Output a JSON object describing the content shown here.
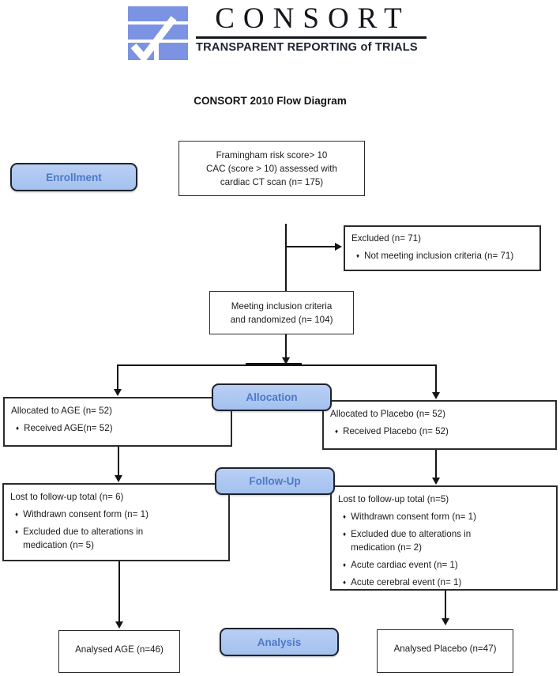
{
  "logo": {
    "wordmark": "CONSORT",
    "tagline": "TRANSPARENT REPORTING of TRIALS",
    "icon": "consort-check-logo",
    "blue": "#7b93e2"
  },
  "title": "CONSORT 2010 Flow Diagram",
  "glyphs": {
    "bullet": "♦"
  },
  "colors": {
    "label_fill": "#aac5f0",
    "label_text": "#4d79c8",
    "label_border": "#1e222c",
    "box_border": "#2b2b2b",
    "line": "#141414"
  },
  "stages": {
    "enrollment": "Enrollment",
    "allocation": "Allocation",
    "followup": "Follow-Up",
    "analysis": "Analysis"
  },
  "boxes": {
    "eligibility": {
      "lines": [
        "Framingham risk score> 10",
        "CAC (score > 10) assessed with",
        "cardiac CT scan (n= 175)"
      ]
    },
    "excluded": {
      "heading": "Excluded (n= 71)",
      "bullets": [
        "Not meeting inclusion criteria (n= 71)"
      ]
    },
    "randomized": {
      "lines": [
        "Meeting inclusion criteria",
        "and randomized (n= 104)"
      ]
    },
    "allocated_age": {
      "heading": "Allocated to AGE (n= 52)",
      "bullets": [
        "Received AGE(n= 52)"
      ]
    },
    "allocated_placebo": {
      "heading": "Allocated to Placebo (n= 52)",
      "bullets": [
        "Received Placebo (n= 52)"
      ]
    },
    "followup_age": {
      "heading": "Lost to follow-up total (n= 6)",
      "bullets": [
        "Withdrawn consent form (n= 1)",
        "Excluded due to alterations in\nmedication (n= 5)"
      ]
    },
    "followup_placebo": {
      "heading": "Lost to follow-up total (n=5)",
      "bullets": [
        "Withdrawn consent form (n= 1)",
        "Excluded due to alterations in\nmedication (n= 2)",
        "Acute cardiac event (n= 1)",
        "Acute cerebral event (n= 1)"
      ]
    },
    "analysed_age": {
      "text": "Analysed AGE (n=46)"
    },
    "analysed_placebo": {
      "text": "Analysed Placebo (n=47)"
    }
  }
}
